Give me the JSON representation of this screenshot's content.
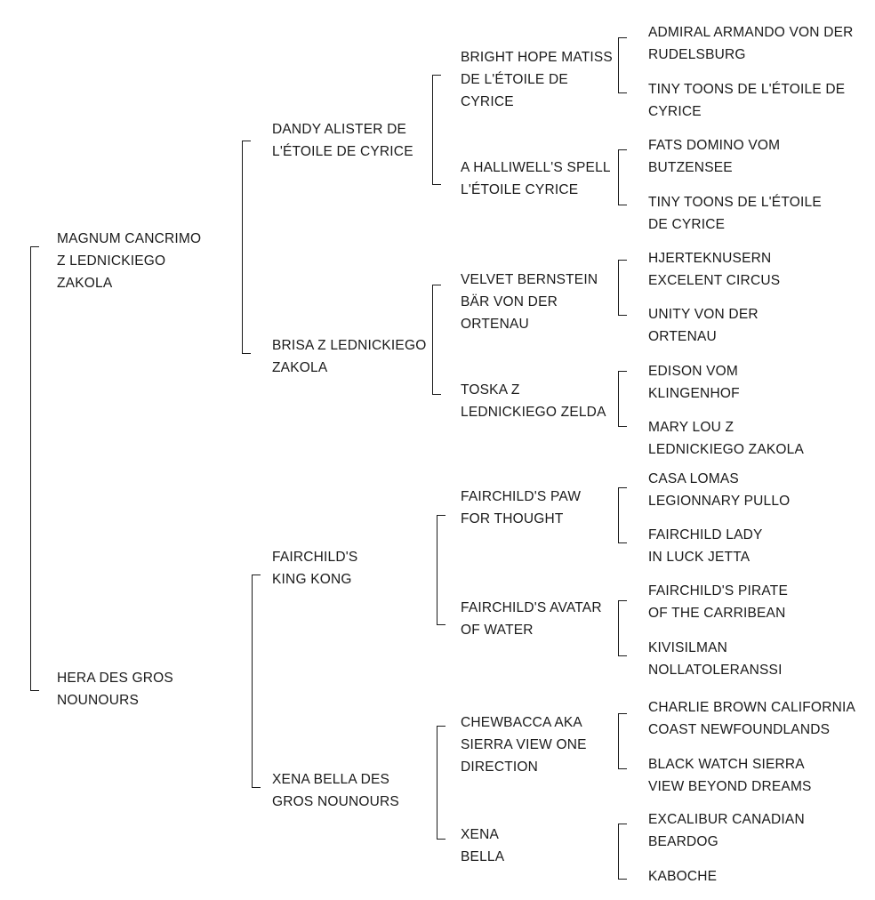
{
  "generations": [
    {
      "level": 1,
      "animals": [
        [
          "MAGNUM CANCRIMO",
          "Z LEDNICKIEGO",
          "ZAKOLA"
        ],
        [
          "HERA DES GROS",
          "NOUNOURS"
        ]
      ]
    },
    {
      "level": 2,
      "animals": [
        [
          "DANDY ALISTER DE",
          "L'ÉTOILE DE CYRICE"
        ],
        [
          "BRISA Z LEDNICKIEGO",
          "ZAKOLA"
        ],
        [
          "FAIRCHILD'S",
          "KING KONG"
        ],
        [
          "XENA BELLA DES",
          "GROS NOUNOURS"
        ]
      ]
    },
    {
      "level": 3,
      "animals": [
        [
          "BRIGHT HOPE MATISS",
          "DE L'ÉTOILE DE",
          "CYRICE"
        ],
        [
          "A HALLIWELL'S SPELL",
          "L'ÉTOILE CYRICE"
        ],
        [
          "VELVET BERNSTEIN",
          "BÄR VON DER",
          "ORTENAU"
        ],
        [
          "TOSKA Z",
          "LEDNICKIEGO ZELDA"
        ],
        [
          "FAIRCHILD'S PAW",
          "FOR THOUGHT"
        ],
        [
          "FAIRCHILD'S AVATAR",
          "OF WATER"
        ],
        [
          "CHEWBACCA AKA",
          "SIERRA VIEW ONE",
          "DIRECTION"
        ],
        [
          "XENA",
          "BELLA"
        ]
      ]
    },
    {
      "level": 4,
      "animals": [
        [
          "ADMIRAL ARMANDO VON DER",
          "RUDELSBURG"
        ],
        [
          "TINY TOONS DE L'ÉTOILE DE",
          "CYRICE"
        ],
        [
          "FATS DOMINO VOM",
          "BUTZENSEE"
        ],
        [
          "TINY TOONS DE L'ÉTOILE",
          "DE CYRICE"
        ],
        [
          "HJERTEKNUSERN",
          "EXCELENT CIRCUS"
        ],
        [
          "UNITY VON DER",
          "ORTENAU"
        ],
        [
          "EDISON VOM",
          "KLINGENHOF"
        ],
        [
          "MARY LOU Z",
          "LEDNICKIEGO ZAKOLA"
        ],
        [
          "CASA LOMAS",
          "LEGIONNARY PULLO"
        ],
        [
          "FAIRCHILD LADY",
          "IN LUCK JETTA"
        ],
        [
          "FAIRCHILD'S PIRATE",
          "OF THE CARRIBEAN"
        ],
        [
          "KIVISILMAN",
          "NOLLATOLERANSSI"
        ],
        [
          "CHARLIE BROWN CALIFORNIA",
          "COAST NEWFOUNDLANDS"
        ],
        [
          "BLACK WATCH SIERRA",
          "VIEW BEYOND DREAMS"
        ],
        [
          "EXCALIBUR CANADIAN",
          "BEARDOG"
        ],
        [
          "KABOCHE"
        ]
      ]
    }
  ]
}
